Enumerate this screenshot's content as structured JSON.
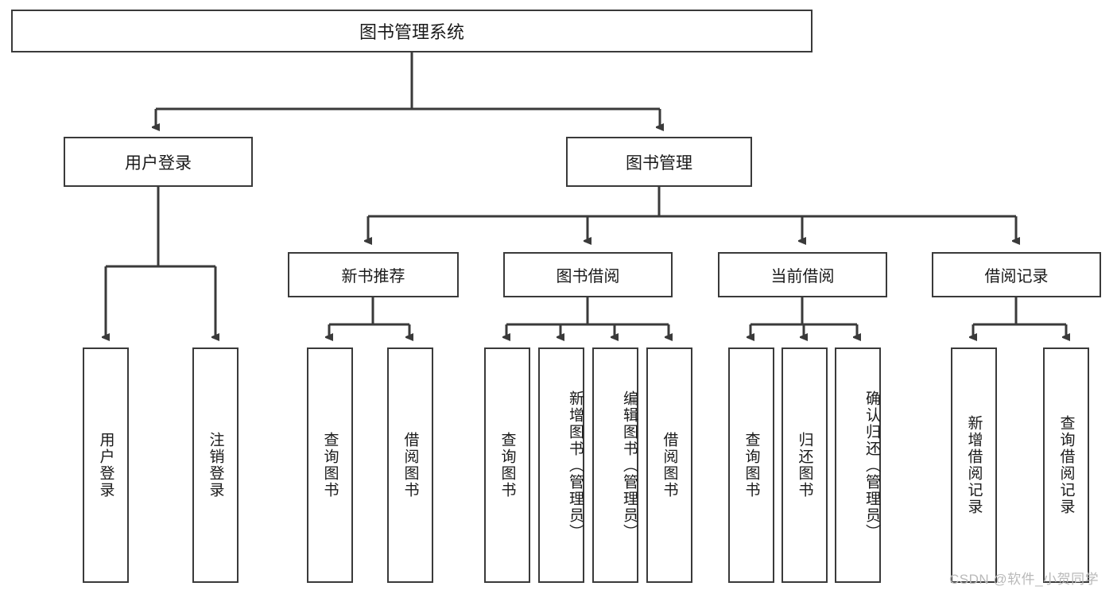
{
  "diagram": {
    "title_box": {
      "label": "图书管理系统"
    },
    "level1": [
      {
        "label": "用户登录"
      },
      {
        "label": "图书管理"
      }
    ],
    "level2": [
      {
        "label": "新书推荐"
      },
      {
        "label": "图书借阅"
      },
      {
        "label": "当前借阅"
      },
      {
        "label": "借阅记录"
      }
    ],
    "leaves": {
      "user_login": [
        {
          "label": "用户登录"
        },
        {
          "label": "注销登录"
        }
      ],
      "new_book_recommend": [
        {
          "label": "查询图书"
        },
        {
          "label": "借阅图书"
        }
      ],
      "book_borrow": [
        {
          "label": "查询图书"
        },
        {
          "label": "新增图书（管理员）"
        },
        {
          "label": "编辑图书（管理员）"
        },
        {
          "label": "借阅图书"
        }
      ],
      "current_borrow": [
        {
          "label": "查询图书"
        },
        {
          "label": "归还图书"
        },
        {
          "label": "确认归还（管理员）"
        }
      ],
      "borrow_record": [
        {
          "label": "新增借阅记录"
        },
        {
          "label": "查询借阅记录"
        }
      ]
    }
  },
  "watermark": {
    "text": "CSDN @软件_小贺同学"
  },
  "colors": {
    "stroke": "#3a3a3a",
    "text": "#1a1a1a",
    "background": "#ffffff",
    "watermark": "#b9b9b9"
  }
}
